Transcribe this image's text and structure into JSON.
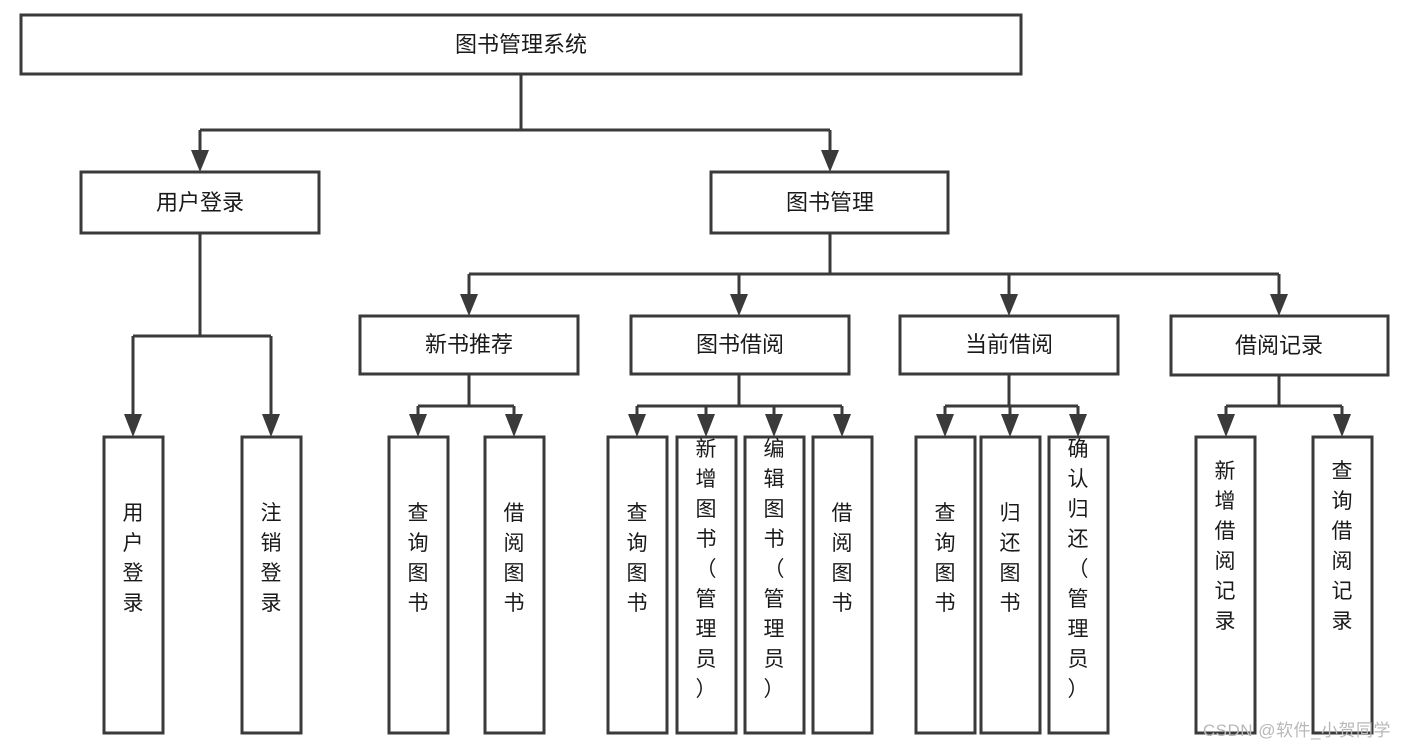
{
  "diagram": {
    "type": "tree",
    "title": "图书管理系统",
    "watermark": "CSDN @软件_小贺同学",
    "colors": {
      "box_stroke": "#3a3a3a",
      "box_fill": "#ffffff",
      "text": "#1a1a1a",
      "background": "#ffffff",
      "watermark": "#b8b8b8"
    },
    "root": {
      "label": "图书管理系统",
      "orientation": "horizontal"
    },
    "level2": [
      {
        "label": "用户登录",
        "orientation": "horizontal"
      },
      {
        "label": "图书管理",
        "orientation": "horizontal"
      }
    ],
    "level3": [
      {
        "label": "新书推荐",
        "orientation": "horizontal",
        "parent": "图书管理"
      },
      {
        "label": "图书借阅",
        "orientation": "horizontal",
        "parent": "图书管理"
      },
      {
        "label": "当前借阅",
        "orientation": "horizontal",
        "parent": "图书管理"
      },
      {
        "label": "借阅记录",
        "orientation": "horizontal",
        "parent": "图书管理"
      }
    ],
    "leaves": {
      "用户登录": [
        {
          "label": "用户登录",
          "orientation": "vertical"
        },
        {
          "label": "注销登录",
          "orientation": "vertical"
        }
      ],
      "新书推荐": [
        {
          "label": "查询图书",
          "orientation": "vertical"
        },
        {
          "label": "借阅图书",
          "orientation": "vertical"
        }
      ],
      "图书借阅": [
        {
          "label": "查询图书",
          "orientation": "vertical"
        },
        {
          "label": "新增图书（管理员）",
          "orientation": "vertical"
        },
        {
          "label": "编辑图书（管理员）",
          "orientation": "vertical"
        },
        {
          "label": "借阅图书",
          "orientation": "vertical"
        }
      ],
      "当前借阅": [
        {
          "label": "查询图书",
          "orientation": "vertical"
        },
        {
          "label": "归还图书",
          "orientation": "vertical"
        },
        {
          "label": "确认归还（管理员）",
          "orientation": "vertical"
        }
      ],
      "借阅记录": [
        {
          "label": "新增借阅记录",
          "orientation": "vertical"
        },
        {
          "label": "查询借阅记录",
          "orientation": "vertical"
        }
      ]
    }
  }
}
